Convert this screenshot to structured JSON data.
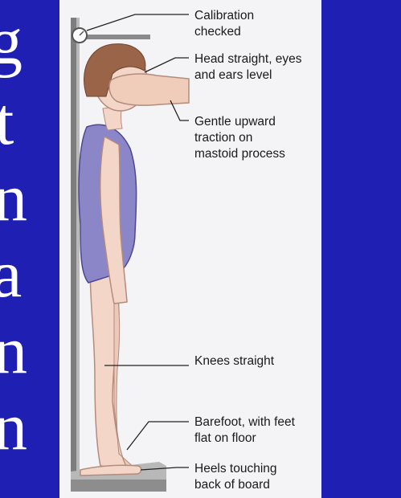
{
  "background": {
    "color": "#1f1fb4",
    "glyphs": [
      "g",
      "t",
      "n",
      "a",
      "n",
      "n"
    ]
  },
  "diagram": {
    "labels": [
      {
        "id": "calibration",
        "text": "Calibration\nchecked"
      },
      {
        "id": "head",
        "text": "Head straight, eyes\nand ears level"
      },
      {
        "id": "traction",
        "text": "Gentle upward\ntraction on\nmastoid process"
      },
      {
        "id": "knees",
        "text": "Knees straight"
      },
      {
        "id": "barefoot",
        "text": "Barefoot, with feet\nflat on floor"
      },
      {
        "id": "heels",
        "text": "Heels touching\nback of board"
      }
    ],
    "colors": {
      "swimsuit": "#8b86c8",
      "skin": "#f3d6c8",
      "hair": "#9a6448",
      "stadiometer": "#7a7a7a",
      "panel": "#f4f4f7"
    }
  }
}
